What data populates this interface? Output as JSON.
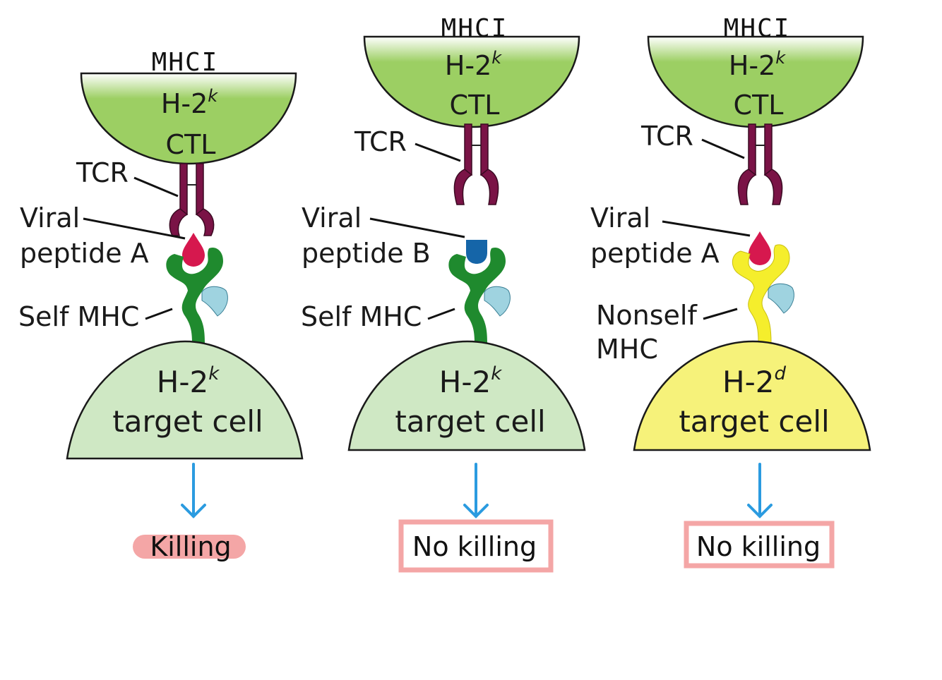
{
  "colors": {
    "ctl_green": "#9ccf63",
    "tcr_purple": "#7a1346",
    "self_mhc_green": "#1f8a2e",
    "nonself_mhc_yellow": "#f5ee2c",
    "target_self": "#cfe8c4",
    "target_nonself": "#f6f27a",
    "peptide_a": "#d6184e",
    "peptide_b": "#1565a8",
    "b2m_blue": "#9fd3e0",
    "arrow_blue": "#2b9be0",
    "result_pink": "#f4a6a6"
  },
  "panels": [
    {
      "handwriting": "MHCI",
      "ctl_haplotype": "H-2",
      "ctl_sup": "k",
      "ctl_label": "CTL",
      "tcr_label": "TCR",
      "peptide_label_1": "Viral",
      "peptide_label_2": "peptide A",
      "mhc_label_1": "Self MHC",
      "mhc_label_2": "",
      "target_haplotype": "H-2",
      "target_sup": "k",
      "target_label": "target cell",
      "result": "Killing"
    },
    {
      "handwriting": "MHCI",
      "ctl_haplotype": "H-2",
      "ctl_sup": "k",
      "ctl_label": "CTL",
      "tcr_label": "TCR",
      "peptide_label_1": "Viral",
      "peptide_label_2": "peptide B",
      "mhc_label_1": "Self MHC",
      "mhc_label_2": "",
      "target_haplotype": "H-2",
      "target_sup": "k",
      "target_label": "target cell",
      "result": "No killing"
    },
    {
      "handwriting": "MHCI",
      "ctl_haplotype": "H-2",
      "ctl_sup": "k",
      "ctl_label": "CTL",
      "tcr_label": "TCR",
      "peptide_label_1": "Viral",
      "peptide_label_2": "peptide A",
      "mhc_label_1": "Nonself",
      "mhc_label_2": "MHC",
      "target_haplotype": "H-2",
      "target_sup": "d",
      "target_label": "target cell",
      "result": "No killing"
    }
  ]
}
